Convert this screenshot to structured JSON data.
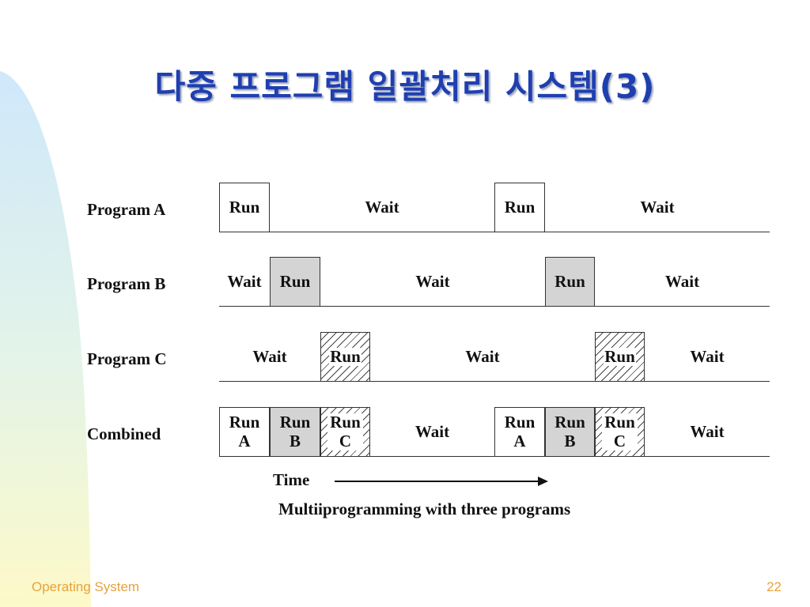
{
  "slide": {
    "title": "다중 프로그램 일괄처리 시스템(3)",
    "footer_left": "Operating System",
    "page_number": "22"
  },
  "diagram": {
    "rows": [
      {
        "label": "Program A",
        "segments": [
          {
            "type": "run-a",
            "text": "Run"
          },
          {
            "type": "wait",
            "text": "Wait"
          },
          {
            "type": "run-a",
            "text": "Run"
          },
          {
            "type": "wait",
            "text": "Wait"
          }
        ]
      },
      {
        "label": "Program B",
        "segments": [
          {
            "type": "wait",
            "text": "Wait"
          },
          {
            "type": "run-b",
            "text": "Run"
          },
          {
            "type": "wait",
            "text": "Wait"
          },
          {
            "type": "run-b",
            "text": "Run"
          },
          {
            "type": "wait",
            "text": "Wait"
          }
        ]
      },
      {
        "label": "Program C",
        "segments": [
          {
            "type": "wait",
            "text": "Wait"
          },
          {
            "type": "run-c",
            "text": "Run"
          },
          {
            "type": "wait",
            "text": "Wait"
          },
          {
            "type": "run-c",
            "text": "Run"
          },
          {
            "type": "wait",
            "text": "Wait"
          }
        ]
      },
      {
        "label": "Combined",
        "segments": [
          {
            "type": "run-a",
            "text": "Run A"
          },
          {
            "type": "run-b",
            "text": "Run B"
          },
          {
            "type": "run-c",
            "text": "Run C"
          },
          {
            "type": "wait",
            "text": "Wait"
          },
          {
            "type": "run-a",
            "text": "Run A"
          },
          {
            "type": "run-b",
            "text": "Run B"
          },
          {
            "type": "run-c",
            "text": "Run C"
          },
          {
            "type": "wait",
            "text": "Wait"
          }
        ]
      }
    ],
    "time_label": "Time",
    "caption": "Multiiprogramming with three programs"
  },
  "colors": {
    "title": "#1f3fb0",
    "footer": "#e8a23a",
    "run_b_fill": "#d4d4d4",
    "sidebar_top": "#cfe8fb",
    "sidebar_bottom": "#fdf9c8"
  }
}
